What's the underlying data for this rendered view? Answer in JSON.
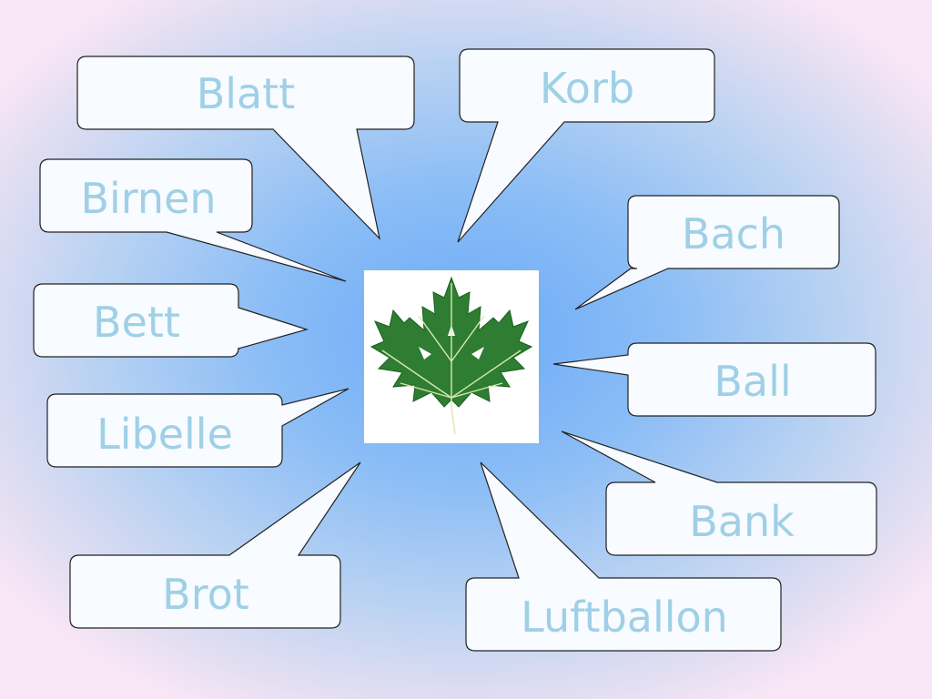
{
  "words": [
    {
      "id": "blatt",
      "label": "Blatt"
    },
    {
      "id": "korb",
      "label": "Korb"
    },
    {
      "id": "birnen",
      "label": "Birnen"
    },
    {
      "id": "bach",
      "label": "Bach"
    },
    {
      "id": "bett",
      "label": "Bett"
    },
    {
      "id": "ball",
      "label": "Ball"
    },
    {
      "id": "libelle",
      "label": "Libelle"
    },
    {
      "id": "bank",
      "label": "Bank"
    },
    {
      "id": "brot",
      "label": "Brot"
    },
    {
      "id": "luftballon",
      "label": "Luftballon"
    }
  ],
  "image": {
    "icon": "maple-leaf-icon",
    "leaf_color": "#2e7d32",
    "vein_color": "#d7e8b0"
  },
  "colors": {
    "word_text": "#9fd0e6",
    "bubble_fill": "#f8fbff"
  }
}
